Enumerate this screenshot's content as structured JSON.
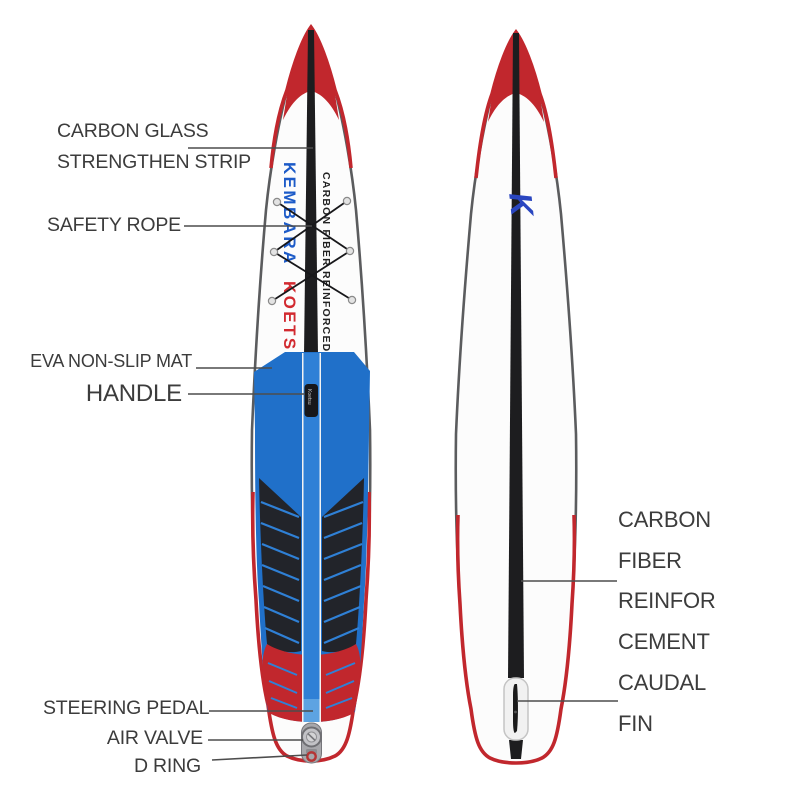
{
  "callouts": {
    "carbon_glass_line1": "CARBON GLASS",
    "carbon_glass_line2": "STRENGTHEN STRIP",
    "safety_rope": "SAFETY ROPE",
    "eva_mat": "EVA NON-SLIP MAT",
    "handle": "HANDLE",
    "steering_pedal": "STEERING PEDAL",
    "air_valve": "AIR VALVE",
    "d_ring": "D RING",
    "carbon_fiber_line1": "CARBON",
    "carbon_fiber_line2": "FIBER",
    "carbon_fiber_line3": "REINFOR",
    "carbon_fiber_line4": "CEMENT",
    "caudal_fin_line1": "CAUDAL",
    "caudal_fin_line2": "FIN"
  },
  "board_front": {
    "brand_primary": "KEMBARA",
    "brand_secondary": "KOETSU",
    "center_strip_text": "CARBON FIBER REINFORCED",
    "handle_text": "Koetsu"
  },
  "board_back": {
    "logo_letter": "K"
  },
  "colors": {
    "red": "#c1272d",
    "mat_blue": "#2070c9",
    "stripe_blue": "#2f80d6",
    "pedal_blue": "#5da3e2",
    "brand_blue": "#1d5bc8",
    "brand_red": "#d22a30",
    "rail_gray": "#5b5c5e",
    "pad_black": "#22242a",
    "carbon_black": "#1d1d1f",
    "label_text": "#3c3c3c",
    "leader_line": "#4d4d4d"
  }
}
